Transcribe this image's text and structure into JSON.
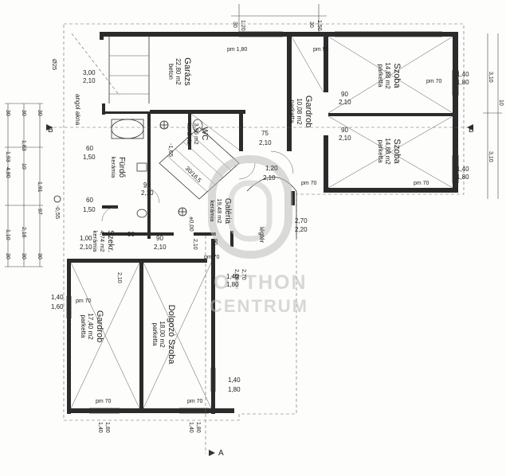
{
  "rooms": {
    "garage": {
      "name": "Garázs",
      "area": "22,80 m2",
      "floor": "beton"
    },
    "room_1": {
      "name": "Szoba",
      "area": "14,88 m2",
      "floor": "parketta"
    },
    "room_2": {
      "name": "Szoba",
      "area": "14,88 m2",
      "floor": "parketta"
    },
    "wardrobe_1": {
      "name": "Gardrob",
      "area": "10,08 m2",
      "floor": "parketta"
    },
    "wc": {
      "name": "WC",
      "area": "3,96 m2",
      "floor": "kerámia"
    },
    "bath": {
      "name": "Fürdő",
      "area": "",
      "floor": "kerámia"
    },
    "gallery": {
      "name": "Galéria",
      "area": "19,48 m2",
      "floor": "kerámia"
    },
    "shelf": {
      "name": "Szekr.",
      "area": "4,74 m2",
      "floor": "kerámia"
    },
    "wardrobe_2": {
      "name": "Gardrob",
      "area": "17,40 m2",
      "floor": "parketta"
    },
    "study": {
      "name": "Dolgozó Szoba",
      "area": "18,00 m2",
      "floor": "parketta"
    }
  },
  "labels": {
    "light_well": "angol akna",
    "airspace": "légtér",
    "level_zero": "±0,00",
    "level_top": "-0,55",
    "level_wc": "-1,65",
    "stair": "30/16,5",
    "section_b": "B",
    "section_a": "A",
    "pipe": "Ø25"
  },
  "dims": {
    "d_30": "30",
    "d_90": "90",
    "d_75": "75",
    "d_60": "60",
    "d_1_20": "1,20",
    "d_1_50": "1,50",
    "d_1_60": "1,60",
    "d_1_80": "1,80",
    "d_1_40": "1,40",
    "d_2_10": "2,10",
    "d_2_20": "2,20",
    "d_2_70": "2,70",
    "d_3_00": "3,00",
    "d_1_00": "1,00",
    "d_1_83": "1,83",
    "d_1_93": "1,93",
    "d_4_80": "4,80",
    "d_3_10": "3,10",
    "d_1_91": "1,91",
    "d_97": "97",
    "d_2_16": "2,16",
    "d_10": "10",
    "d_1_10": "1,10",
    "pm_1_80": "pm 1,80",
    "pm_90": "pm 90",
    "pm_70": "pm 70"
  },
  "watermark": {
    "brand_top": "OTTHON",
    "brand_bottom": "CENTRUM"
  }
}
